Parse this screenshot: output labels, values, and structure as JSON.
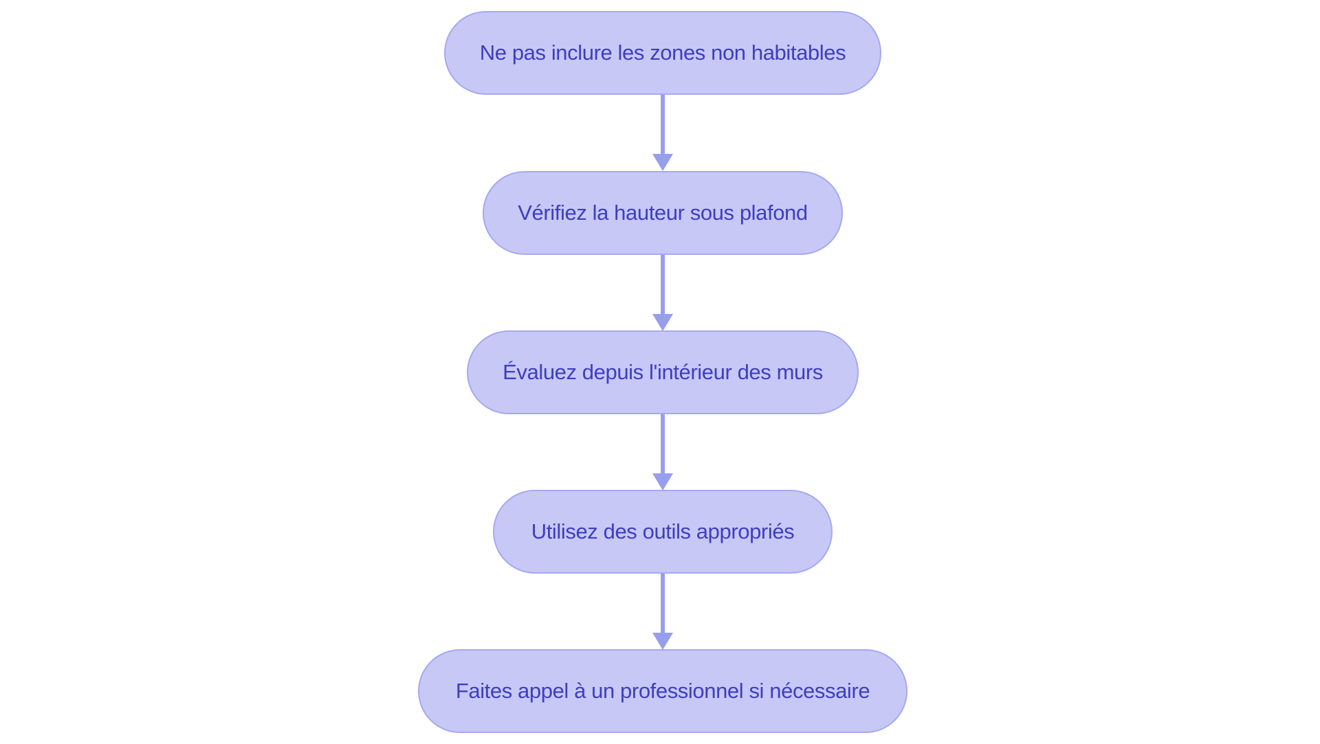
{
  "diagram": {
    "type": "flowchart",
    "direction": "top-down",
    "nodes": [
      {
        "id": 1,
        "label": "Ne pas inclure les zones non habitables"
      },
      {
        "id": 2,
        "label": "Vérifiez la hauteur sous plafond"
      },
      {
        "id": 3,
        "label": "Évaluez depuis l'intérieur des murs"
      },
      {
        "id": 4,
        "label": "Utilisez des outils appropriés"
      },
      {
        "id": 5,
        "label": "Faites appel à un professionnel si nécessaire"
      }
    ],
    "edges": [
      {
        "from": 1,
        "to": 2
      },
      {
        "from": 2,
        "to": 3
      },
      {
        "from": 3,
        "to": 4
      },
      {
        "from": 4,
        "to": 5
      }
    ],
    "colors": {
      "node_fill": "#c7c8f6",
      "node_border": "#a4a9f1",
      "arrow": "#979eee",
      "text": "#3d3ec0",
      "background": "#ffffff"
    }
  }
}
